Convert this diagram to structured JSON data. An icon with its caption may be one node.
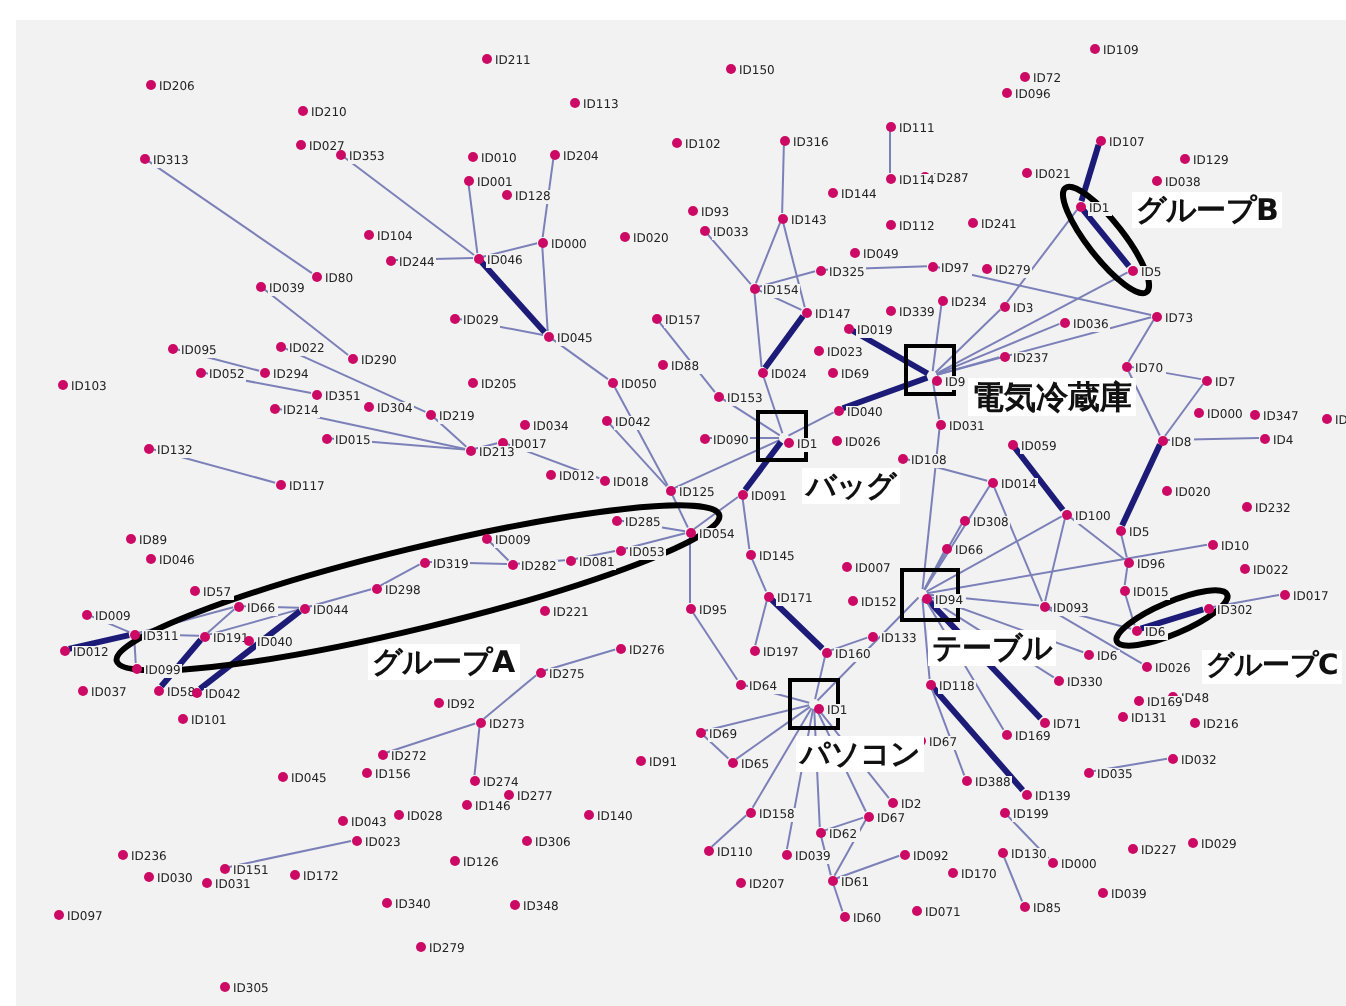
{
  "diagram": {
    "nodes": [
      {
        "text": [
          "グループB"
        ]
      },
      {
        "text": [
          "電気冷蔵庫"
        ]
      },
      {
        "text": [
          "バッグ"
        ]
      },
      {
        "text": [
          "グループA"
        ]
      },
      {
        "text": [
          "テーブル"
        ]
      },
      {
        "text": [
          "グループC"
        ]
      },
      {
        "text": [
          "パソコン"
        ]
      },
      {
        "text": [
          "ID206"
        ]
      },
      {
        "text": [
          "ID211"
        ]
      },
      {
        "text": [
          "ID150"
        ]
      },
      {
        "text": [
          "ID109"
        ]
      },
      {
        "text": [
          "ID72"
        ]
      },
      {
        "text": [
          "ID096"
        ]
      },
      {
        "text": [
          "ID113"
        ]
      },
      {
        "text": [
          "ID210"
        ]
      },
      {
        "text": [
          "ID111"
        ]
      },
      {
        "text": [
          "ID107"
        ]
      },
      {
        "text": [
          "ID102"
        ]
      },
      {
        "text": [
          "ID316"
        ]
      },
      {
        "text": [
          "ID027"
        ]
      },
      {
        "text": [
          "ID353"
        ]
      },
      {
        "text": [
          "ID313"
        ]
      },
      {
        "text": [
          "ID010"
        ]
      },
      {
        "text": [
          "ID204"
        ]
      },
      {
        "text": [
          "ID129"
        ]
      },
      {
        "text": [
          "ID021"
        ]
      },
      {
        "text": [
          "ID287"
        ]
      },
      {
        "text": [
          "ID114"
        ]
      },
      {
        "text": [
          "ID038"
        ]
      },
      {
        "text": [
          "ID001"
        ]
      },
      {
        "text": [
          "ID128"
        ]
      },
      {
        "text": [
          "ID144"
        ]
      },
      {
        "text": [
          "ID1"
        ],
        "in": 0
      },
      {
        "text": [
          "ID93"
        ]
      },
      {
        "text": [
          "ID143"
        ]
      },
      {
        "text": [
          "ID112"
        ]
      },
      {
        "text": [
          "ID241"
        ]
      },
      {
        "text": [
          "ID033"
        ]
      },
      {
        "text": [
          "ID104"
        ]
      },
      {
        "text": [
          "ID020"
        ]
      },
      {
        "text": [
          "ID000"
        ]
      },
      {
        "text": [
          "ID049"
        ]
      },
      {
        "text": [
          "ID046"
        ]
      },
      {
        "text": [
          "ID244"
        ]
      },
      {
        "text": [
          "ID97"
        ]
      },
      {
        "text": [
          "ID279"
        ]
      },
      {
        "text": [
          "ID325"
        ]
      },
      {
        "text": [
          "ID5"
        ],
        "in": 0
      },
      {
        "text": [
          "ID80"
        ]
      },
      {
        "text": [
          "ID039"
        ]
      },
      {
        "text": [
          "ID154"
        ]
      },
      {
        "text": [
          "ID234"
        ]
      },
      {
        "text": [
          "ID3"
        ]
      },
      {
        "text": [
          "ID147"
        ]
      },
      {
        "text": [
          "ID339"
        ]
      },
      {
        "text": [
          "ID73"
        ]
      },
      {
        "text": [
          "ID029"
        ]
      },
      {
        "text": [
          "ID157"
        ]
      },
      {
        "text": [
          "ID036"
        ]
      },
      {
        "text": [
          "ID019"
        ]
      },
      {
        "text": [
          "ID045"
        ]
      },
      {
        "text": [
          "ID022"
        ]
      },
      {
        "text": [
          "ID095"
        ]
      },
      {
        "text": [
          "ID023"
        ]
      },
      {
        "text": [
          "ID237"
        ]
      },
      {
        "text": [
          "ID290"
        ]
      },
      {
        "text": [
          "ID88"
        ]
      },
      {
        "text": [
          "ID70"
        ]
      },
      {
        "text": [
          "ID024"
        ]
      },
      {
        "text": [
          "ID69"
        ]
      },
      {
        "text": [
          "ID294"
        ]
      },
      {
        "text": [
          "ID052"
        ]
      },
      {
        "text": [
          "ID9"
        ],
        "in": 1
      },
      {
        "text": [
          "ID7"
        ]
      },
      {
        "text": [
          "ID205"
        ]
      },
      {
        "text": [
          "ID050"
        ]
      },
      {
        "text": [
          "ID103"
        ]
      },
      {
        "text": [
          "ID351"
        ]
      },
      {
        "text": [
          "ID153"
        ]
      },
      {
        "text": [
          "ID304"
        ]
      },
      {
        "text": [
          "ID214"
        ]
      },
      {
        "text": [
          "ID040"
        ]
      },
      {
        "text": [
          "ID000"
        ]
      },
      {
        "text": [
          "ID347"
        ]
      },
      {
        "text": [
          "ID219"
        ]
      },
      {
        "text": [
          "ID"
        ]
      },
      {
        "text": [
          "ID042"
        ]
      },
      {
        "text": [
          "ID031"
        ]
      },
      {
        "text": [
          "ID034"
        ]
      },
      {
        "text": [
          "ID015"
        ]
      },
      {
        "text": [
          "ID4"
        ]
      },
      {
        "text": [
          "ID8"
        ]
      },
      {
        "text": [
          "ID090"
        ]
      },
      {
        "text": [
          "ID1"
        ],
        "in": 2
      },
      {
        "text": [
          "ID026"
        ]
      },
      {
        "text": [
          "ID017"
        ]
      },
      {
        "text": [
          "ID059"
        ]
      },
      {
        "text": [
          "ID132"
        ]
      },
      {
        "text": [
          "ID213"
        ]
      },
      {
        "text": [
          "ID108"
        ]
      },
      {
        "text": [
          "ID012"
        ]
      },
      {
        "text": [
          "ID018"
        ]
      },
      {
        "text": [
          "ID014"
        ]
      },
      {
        "text": [
          "ID117"
        ]
      },
      {
        "text": [
          "ID125"
        ]
      },
      {
        "text": [
          "ID020"
        ]
      },
      {
        "text": [
          "ID091"
        ]
      },
      {
        "text": [
          "ID232"
        ]
      },
      {
        "text": [
          "ID100"
        ]
      },
      {
        "text": [
          "ID308"
        ]
      },
      {
        "text": [
          "ID285"
        ],
        "in": 3
      },
      {
        "text": [
          "ID5"
        ]
      },
      {
        "text": [
          "ID054"
        ],
        "in": 3
      },
      {
        "text": [
          "ID009"
        ],
        "in": 3
      },
      {
        "text": [
          "ID89"
        ]
      },
      {
        "text": [
          "ID10"
        ]
      },
      {
        "text": [
          "ID66"
        ]
      },
      {
        "text": [
          "ID053"
        ],
        "in": 3
      },
      {
        "text": [
          "ID145"
        ]
      },
      {
        "text": [
          "ID046"
        ]
      },
      {
        "text": [
          "ID081"
        ],
        "in": 3
      },
      {
        "text": [
          "ID319"
        ],
        "in": 3
      },
      {
        "text": [
          "ID96"
        ]
      },
      {
        "text": [
          "ID282"
        ],
        "in": 3
      },
      {
        "text": [
          "ID007"
        ]
      },
      {
        "text": [
          "ID022"
        ]
      },
      {
        "text": [
          "ID298"
        ],
        "in": 3
      },
      {
        "text": [
          "ID57"
        ]
      },
      {
        "text": [
          "ID015"
        ]
      },
      {
        "text": [
          "ID94"
        ],
        "in": 4
      },
      {
        "text": [
          "ID017"
        ]
      },
      {
        "text": [
          "ID171"
        ]
      },
      {
        "text": [
          "ID152"
        ]
      },
      {
        "text": [
          "ID093"
        ]
      },
      {
        "text": [
          "ID66"
        ],
        "in": 3
      },
      {
        "text": [
          "ID044"
        ],
        "in": 3
      },
      {
        "text": [
          "ID302"
        ]
      },
      {
        "text": [
          "ID95"
        ]
      },
      {
        "text": [
          "ID221"
        ]
      },
      {
        "text": [
          "ID009"
        ]
      },
      {
        "text": [
          "ID6"
        ],
        "in": 5
      },
      {
        "text": [
          "ID311"
        ],
        "in": 3
      },
      {
        "text": [
          "ID191"
        ],
        "in": 3
      },
      {
        "text": [
          "ID133"
        ]
      },
      {
        "text": [
          "ID040"
        ],
        "in": 3
      },
      {
        "text": [
          "ID276"
        ]
      },
      {
        "text": [
          "ID197"
        ]
      },
      {
        "text": [
          "ID012"
        ]
      },
      {
        "text": [
          "ID160"
        ]
      },
      {
        "text": [
          "ID6"
        ]
      },
      {
        "text": [
          "ID026"
        ]
      },
      {
        "text": [
          "ID099"
        ]
      },
      {
        "text": [
          "ID275"
        ]
      },
      {
        "text": [
          "ID330"
        ]
      },
      {
        "text": [
          "ID64"
        ]
      },
      {
        "text": [
          "ID118"
        ]
      },
      {
        "text": [
          "ID037"
        ]
      },
      {
        "text": [
          "ID58"
        ]
      },
      {
        "text": [
          "ID042"
        ]
      },
      {
        "text": [
          "ID48"
        ]
      },
      {
        "text": [
          "ID169"
        ]
      },
      {
        "text": [
          "ID92"
        ]
      },
      {
        "text": [
          "ID1"
        ],
        "in": 6
      },
      {
        "text": [
          "ID131"
        ]
      },
      {
        "text": [
          "ID101"
        ]
      },
      {
        "text": [
          "ID216"
        ]
      },
      {
        "text": [
          "ID71"
        ]
      },
      {
        "text": [
          "ID273"
        ]
      },
      {
        "text": [
          "ID69"
        ]
      },
      {
        "text": [
          "ID169"
        ]
      },
      {
        "text": [
          "ID67"
        ]
      },
      {
        "text": [
          "ID272"
        ]
      },
      {
        "text": [
          "ID032"
        ]
      },
      {
        "text": [
          "ID91"
        ]
      },
      {
        "text": [
          "ID65"
        ]
      },
      {
        "text": [
          "ID156"
        ]
      },
      {
        "text": [
          "ID035"
        ]
      },
      {
        "text": [
          "ID045"
        ]
      },
      {
        "text": [
          "ID388"
        ]
      },
      {
        "text": [
          "ID274"
        ]
      },
      {
        "text": [
          "ID139"
        ]
      },
      {
        "text": [
          "ID277"
        ]
      },
      {
        "text": [
          "ID2"
        ]
      },
      {
        "text": [
          "ID146"
        ]
      },
      {
        "text": [
          "ID158"
        ]
      },
      {
        "text": [
          "ID199"
        ]
      },
      {
        "text": [
          "ID140"
        ]
      },
      {
        "text": [
          "ID028"
        ]
      },
      {
        "text": [
          "ID67"
        ]
      },
      {
        "text": [
          "ID043"
        ]
      },
      {
        "text": [
          "ID62"
        ]
      },
      {
        "text": [
          "ID023"
        ]
      },
      {
        "text": [
          "ID306"
        ]
      },
      {
        "text": [
          "ID029"
        ]
      },
      {
        "text": [
          "ID227"
        ]
      },
      {
        "text": [
          "ID110"
        ]
      },
      {
        "text": [
          "ID130"
        ]
      },
      {
        "text": [
          "ID236"
        ]
      },
      {
        "text": [
          "ID039"
        ]
      },
      {
        "text": [
          "ID092"
        ]
      },
      {
        "text": [
          "ID126"
        ]
      },
      {
        "text": [
          "ID000"
        ]
      },
      {
        "text": [
          "ID151"
        ]
      },
      {
        "text": [
          "ID170"
        ]
      },
      {
        "text": [
          "ID172"
        ]
      },
      {
        "text": [
          "ID030"
        ]
      },
      {
        "text": [
          "ID61"
        ]
      },
      {
        "text": [
          "ID207"
        ]
      },
      {
        "text": [
          "ID031"
        ]
      },
      {
        "text": [
          "ID039"
        ]
      },
      {
        "text": [
          "ID340"
        ]
      },
      {
        "text": [
          "ID348"
        ]
      },
      {
        "text": [
          "ID85"
        ]
      },
      {
        "text": [
          "ID071"
        ]
      },
      {
        "text": [
          "ID097"
        ]
      },
      {
        "text": [
          "ID60"
        ]
      },
      {
        "text": [
          "ID279"
        ]
      },
      {
        "text": [
          "ID305"
        ]
      }
    ],
    "edges": [
      {
        "from": 21,
        "to": 48,
        "arrow": "none"
      },
      {
        "from": 20,
        "to": 42,
        "arrow": "none"
      },
      {
        "from": 43,
        "to": 42,
        "arrow": "none"
      },
      {
        "from": 49,
        "to": 65,
        "arrow": "none"
      },
      {
        "from": 62,
        "to": 70,
        "arrow": "none"
      },
      {
        "from": 71,
        "to": 77,
        "arrow": "none"
      },
      {
        "from": 61,
        "to": 84,
        "arrow": "none"
      },
      {
        "from": 80,
        "to": 98,
        "arrow": "none"
      },
      {
        "from": 89,
        "to": 98,
        "arrow": "none"
      },
      {
        "from": 84,
        "to": 98,
        "arrow": "none"
      },
      {
        "from": 97,
        "to": 103,
        "arrow": "none"
      },
      {
        "from": 98,
        "to": 95,
        "arrow": "none"
      },
      {
        "from": 95,
        "to": 101,
        "arrow": "none"
      },
      {
        "from": 29,
        "to": 42,
        "arrow": "none"
      },
      {
        "from": 42,
        "to": 40,
        "arrow": "none"
      },
      {
        "from": 23,
        "to": 40,
        "arrow": "none"
      },
      {
        "from": 40,
        "to": 60,
        "arrow": "none"
      },
      {
        "from": 42,
        "to": 60,
        "arrow": "none",
        "style": "thick",
        "color": "#1c1c78"
      },
      {
        "from": 56,
        "to": 60,
        "arrow": "none"
      },
      {
        "from": 60,
        "to": 75,
        "arrow": "none"
      },
      {
        "from": 75,
        "to": 104,
        "arrow": "none"
      },
      {
        "from": 86,
        "to": 104,
        "arrow": "none"
      },
      {
        "from": 104,
        "to": 93,
        "arrow": "none"
      },
      {
        "from": 18,
        "to": 34,
        "arrow": "none"
      },
      {
        "from": 34,
        "to": 50,
        "arrow": "none"
      },
      {
        "from": 34,
        "to": 53,
        "arrow": "none"
      },
      {
        "from": 37,
        "to": 50,
        "arrow": "none"
      },
      {
        "from": 50,
        "to": 68,
        "arrow": "none"
      },
      {
        "from": 50,
        "to": 53,
        "arrow": "none"
      },
      {
        "from": 46,
        "to": 50,
        "arrow": "none"
      },
      {
        "from": 53,
        "to": 68,
        "arrow": "none",
        "style": "thick",
        "color": "#1c1c78"
      },
      {
        "from": 68,
        "to": 93,
        "arrow": "none"
      },
      {
        "from": 57,
        "to": 78,
        "arrow": "none"
      },
      {
        "from": 78,
        "to": 93,
        "arrow": "none"
      },
      {
        "from": 92,
        "to": 93,
        "arrow": "none"
      },
      {
        "from": 93,
        "to": 81,
        "arrow": "none"
      },
      {
        "from": 93,
        "to": 106,
        "arrow": "none",
        "style": "thick",
        "color": "#1c1c78"
      },
      {
        "from": 81,
        "to": 72,
        "arrow": "none",
        "style": "thick",
        "color": "#1c1c78"
      },
      {
        "from": 59,
        "to": 72,
        "arrow": "none",
        "style": "thick",
        "color": "#1c1c78"
      },
      {
        "from": 15,
        "to": 27,
        "arrow": "none"
      },
      {
        "from": 46,
        "to": 44,
        "arrow": "none"
      },
      {
        "from": 44,
        "to": 55,
        "arrow": "none"
      },
      {
        "from": 32,
        "to": 16,
        "arrow": "none",
        "style": "thick",
        "color": "#1c1c78"
      },
      {
        "from": 32,
        "to": 47,
        "arrow": "none",
        "style": "thick",
        "color": "#1c1c78"
      },
      {
        "from": 32,
        "to": 52,
        "arrow": "none"
      },
      {
        "from": 52,
        "to": 72,
        "arrow": "none"
      },
      {
        "from": 47,
        "to": 72,
        "arrow": "none"
      },
      {
        "from": 51,
        "to": 72,
        "arrow": "none"
      },
      {
        "from": 58,
        "to": 72,
        "arrow": "none"
      },
      {
        "from": 64,
        "to": 72,
        "arrow": "none"
      },
      {
        "from": 55,
        "to": 72,
        "arrow": "none"
      },
      {
        "from": 55,
        "to": 67,
        "arrow": "none"
      },
      {
        "from": 67,
        "to": 73,
        "arrow": "none"
      },
      {
        "from": 73,
        "to": 91,
        "arrow": "none"
      },
      {
        "from": 67,
        "to": 91,
        "arrow": "none"
      },
      {
        "from": 91,
        "to": 90,
        "arrow": "none"
      },
      {
        "from": 91,
        "to": 111,
        "arrow": "none",
        "style": "thick",
        "color": "#1c1c78"
      },
      {
        "from": 72,
        "to": 87,
        "arrow": "none"
      },
      {
        "from": 87,
        "to": 129,
        "arrow": "none"
      },
      {
        "from": 96,
        "to": 108,
        "arrow": "none",
        "style": "thick",
        "color": "#1c1c78"
      },
      {
        "from": 99,
        "to": 102,
        "arrow": "none"
      },
      {
        "from": 102,
        "to": 129,
        "arrow": "none"
      },
      {
        "from": 102,
        "to": 133,
        "arrow": "none"
      },
      {
        "from": 108,
        "to": 129,
        "arrow": "none"
      },
      {
        "from": 108,
        "to": 122,
        "arrow": "none"
      },
      {
        "from": 108,
        "to": 133,
        "arrow": "none"
      },
      {
        "from": 111,
        "to": 122,
        "arrow": "none"
      },
      {
        "from": 122,
        "to": 128,
        "arrow": "none"
      },
      {
        "from": 128,
        "to": 140,
        "arrow": "none"
      },
      {
        "from": 115,
        "to": 129,
        "arrow": "none"
      },
      {
        "from": 109,
        "to": 129,
        "arrow": "none"
      },
      {
        "from": 116,
        "to": 129,
        "arrow": "none"
      },
      {
        "from": 129,
        "to": 133,
        "arrow": "none"
      },
      {
        "from": 133,
        "to": 140,
        "arrow": "none"
      },
      {
        "from": 140,
        "to": 136,
        "arrow": "none",
        "style": "thick",
        "color": "#1c1c78"
      },
      {
        "from": 136,
        "to": 130,
        "arrow": "none"
      },
      {
        "from": 129,
        "to": 149,
        "arrow": "none"
      },
      {
        "from": 129,
        "to": 153,
        "arrow": "none"
      },
      {
        "from": 129,
        "to": 166,
        "arrow": "none",
        "style": "thick",
        "color": "#1c1c78"
      },
      {
        "from": 129,
        "to": 169,
        "arrow": "none"
      },
      {
        "from": 129,
        "to": 155,
        "arrow": "none"
      },
      {
        "from": 155,
        "to": 180,
        "arrow": "none",
        "style": "thick",
        "color": "#1c1c78"
      },
      {
        "from": 155,
        "to": 178,
        "arrow": "none"
      },
      {
        "from": 133,
        "to": 150,
        "arrow": "none"
      },
      {
        "from": 176,
        "to": 172,
        "arrow": "none"
      },
      {
        "from": 185,
        "to": 201,
        "arrow": "none"
      },
      {
        "from": 196,
        "to": 212,
        "arrow": "none"
      },
      {
        "from": 110,
        "to": 112,
        "arrow": "none"
      },
      {
        "from": 113,
        "to": 123,
        "arrow": "none"
      },
      {
        "from": 123,
        "to": 120,
        "arrow": "none"
      },
      {
        "from": 120,
        "to": 117,
        "arrow": "none"
      },
      {
        "from": 117,
        "to": 112,
        "arrow": "none"
      },
      {
        "from": 121,
        "to": 123,
        "arrow": "none"
      },
      {
        "from": 112,
        "to": 104,
        "arrow": "none"
      },
      {
        "from": 112,
        "to": 106,
        "arrow": "none"
      },
      {
        "from": 112,
        "to": 137,
        "arrow": "none"
      },
      {
        "from": 106,
        "to": 118,
        "arrow": "none"
      },
      {
        "from": 118,
        "to": 131,
        "arrow": "none"
      },
      {
        "from": 131,
        "to": 146,
        "arrow": "none"
      },
      {
        "from": 131,
        "to": 148,
        "arrow": "none",
        "style": "thick",
        "color": "#1c1c78"
      },
      {
        "from": 148,
        "to": 162,
        "arrow": "none"
      },
      {
        "from": 148,
        "to": 143,
        "arrow": "none"
      },
      {
        "from": 137,
        "to": 154,
        "arrow": "none"
      },
      {
        "from": 154,
        "to": 162,
        "arrow": "none"
      },
      {
        "from": 168,
        "to": 162,
        "arrow": "none"
      },
      {
        "from": 174,
        "to": 162,
        "arrow": "none"
      },
      {
        "from": 168,
        "to": 174,
        "arrow": "none"
      },
      {
        "from": 162,
        "to": 184,
        "arrow": "none"
      },
      {
        "from": 184,
        "to": 195,
        "arrow": "none"
      },
      {
        "from": 162,
        "to": 198,
        "arrow": "none"
      },
      {
        "from": 162,
        "to": 190,
        "arrow": "none"
      },
      {
        "from": 162,
        "to": 188,
        "arrow": "none"
      },
      {
        "from": 190,
        "to": 188,
        "arrow": "none"
      },
      {
        "from": 190,
        "to": 206,
        "arrow": "none"
      },
      {
        "from": 188,
        "to": 206,
        "arrow": "none"
      },
      {
        "from": 206,
        "to": 215,
        "arrow": "none"
      },
      {
        "from": 162,
        "to": 182,
        "arrow": "none"
      },
      {
        "from": 199,
        "to": 206,
        "arrow": "none"
      },
      {
        "from": 162,
        "to": 129,
        "arrow": "none"
      },
      {
        "from": 145,
        "to": 152,
        "arrow": "none"
      },
      {
        "from": 152,
        "to": 167,
        "arrow": "none"
      },
      {
        "from": 167,
        "to": 179,
        "arrow": "none"
      },
      {
        "from": 167,
        "to": 171,
        "arrow": "none"
      },
      {
        "from": 139,
        "to": 141,
        "arrow": "none"
      },
      {
        "from": 147,
        "to": 141,
        "arrow": "none",
        "style": "thick",
        "color": "#1c1c78"
      },
      {
        "from": 141,
        "to": 142,
        "arrow": "none"
      },
      {
        "from": 141,
        "to": 134,
        "arrow": "none"
      },
      {
        "from": 142,
        "to": 134,
        "arrow": "none"
      },
      {
        "from": 134,
        "to": 135,
        "arrow": "none"
      },
      {
        "from": 142,
        "to": 135,
        "arrow": "none"
      },
      {
        "from": 142,
        "to": 157,
        "arrow": "none",
        "style": "thick",
        "color": "#1c1c78"
      },
      {
        "from": 158,
        "to": 135,
        "arrow": "none",
        "style": "thick",
        "color": "#1c1c78"
      },
      {
        "from": 135,
        "to": 126,
        "arrow": "none"
      },
      {
        "from": 126,
        "to": 121,
        "arrow": "none"
      },
      {
        "from": 141,
        "to": 151,
        "arrow": "none"
      },
      {
        "from": 202,
        "to": 191,
        "arrow": "none"
      }
    ]
  }
}
